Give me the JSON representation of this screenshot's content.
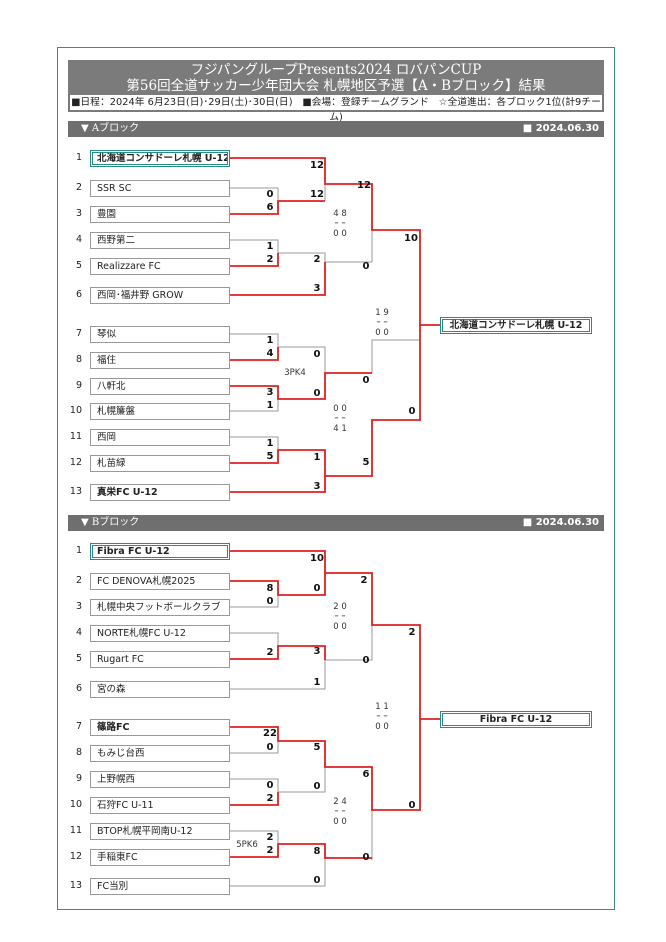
{
  "header": {
    "title1": "フジパングループPresents2024 ロバパンCUP",
    "title2": "第56回全道サッカー少年団大会 札幌地区予選【A・Bブロック】結果",
    "info": "■日程：2024年 6月23日(日)･29日(土)･30日(日)　■会場：登録チームグランド　☆全道進出：各ブロック1位(計9チーム)"
  },
  "blocks": [
    {
      "label": "▼ Aブロック",
      "date": "■ 2024.06.30",
      "teams": [
        {
          "seed": "1",
          "name": "北海道コンサドーレ札幌 U-12"
        },
        {
          "seed": "2",
          "name": "SSR SC"
        },
        {
          "seed": "3",
          "name": "豊園"
        },
        {
          "seed": "4",
          "name": "西野第二"
        },
        {
          "seed": "5",
          "name": "Realizzare FC"
        },
        {
          "seed": "6",
          "name": "西岡･福井野 GROW"
        },
        {
          "seed": "7",
          "name": "琴似"
        },
        {
          "seed": "8",
          "name": "福住"
        },
        {
          "seed": "9",
          "name": "八軒北"
        },
        {
          "seed": "10",
          "name": "札幌簾盤"
        },
        {
          "seed": "11",
          "name": "西岡"
        },
        {
          "seed": "12",
          "name": "札苗緑"
        },
        {
          "seed": "13",
          "name": "真栄FC U-12"
        }
      ],
      "champion": "北海道コンサドーレ札幌 U-12",
      "scores": [
        "12",
        "0",
        "6",
        "1",
        "2",
        "2",
        "3",
        "12",
        "0",
        "10",
        "1",
        "4",
        "3",
        "1",
        "0",
        "0",
        "1",
        "5",
        "1",
        "3",
        "0",
        "5",
        "0"
      ],
      "annotations": [
        "4 8",
        "0 0",
        "1 9",
        "0 0",
        "3PK4",
        "0 0",
        "4 1"
      ]
    },
    {
      "label": "▼ Bブロック",
      "date": "■ 2024.06.30",
      "teams": [
        {
          "seed": "1",
          "name": "Fibra FC U-12"
        },
        {
          "seed": "2",
          "name": "FC DENOVA札幌2025"
        },
        {
          "seed": "3",
          "name": "札幌中央フットボールクラブ"
        },
        {
          "seed": "4",
          "name": "NORTE札幌FC U-12"
        },
        {
          "seed": "5",
          "name": "Rugart FC"
        },
        {
          "seed": "6",
          "name": "宮の森"
        },
        {
          "seed": "7",
          "name": "篠路FC"
        },
        {
          "seed": "8",
          "name": "もみじ台西"
        },
        {
          "seed": "9",
          "name": "上野幌西"
        },
        {
          "seed": "10",
          "name": "石狩FC U-11"
        },
        {
          "seed": "11",
          "name": "BTOP札幌平岡南U-12"
        },
        {
          "seed": "12",
          "name": "手稲東FC"
        },
        {
          "seed": "13",
          "name": "FC当別"
        }
      ],
      "champion": "Fibra FC U-12",
      "scores": [
        "10",
        "8",
        "0",
        "0",
        "2",
        "3",
        "1",
        "2",
        "0",
        "2",
        "22",
        "0",
        "0",
        "2",
        "2",
        "2",
        "5",
        "0",
        "8",
        "0",
        "6",
        "0"
      ],
      "annotations": [
        "2 0",
        "0 0",
        "1 1",
        "0 0",
        "2 4",
        "0 0",
        "5PK6"
      ]
    }
  ]
}
